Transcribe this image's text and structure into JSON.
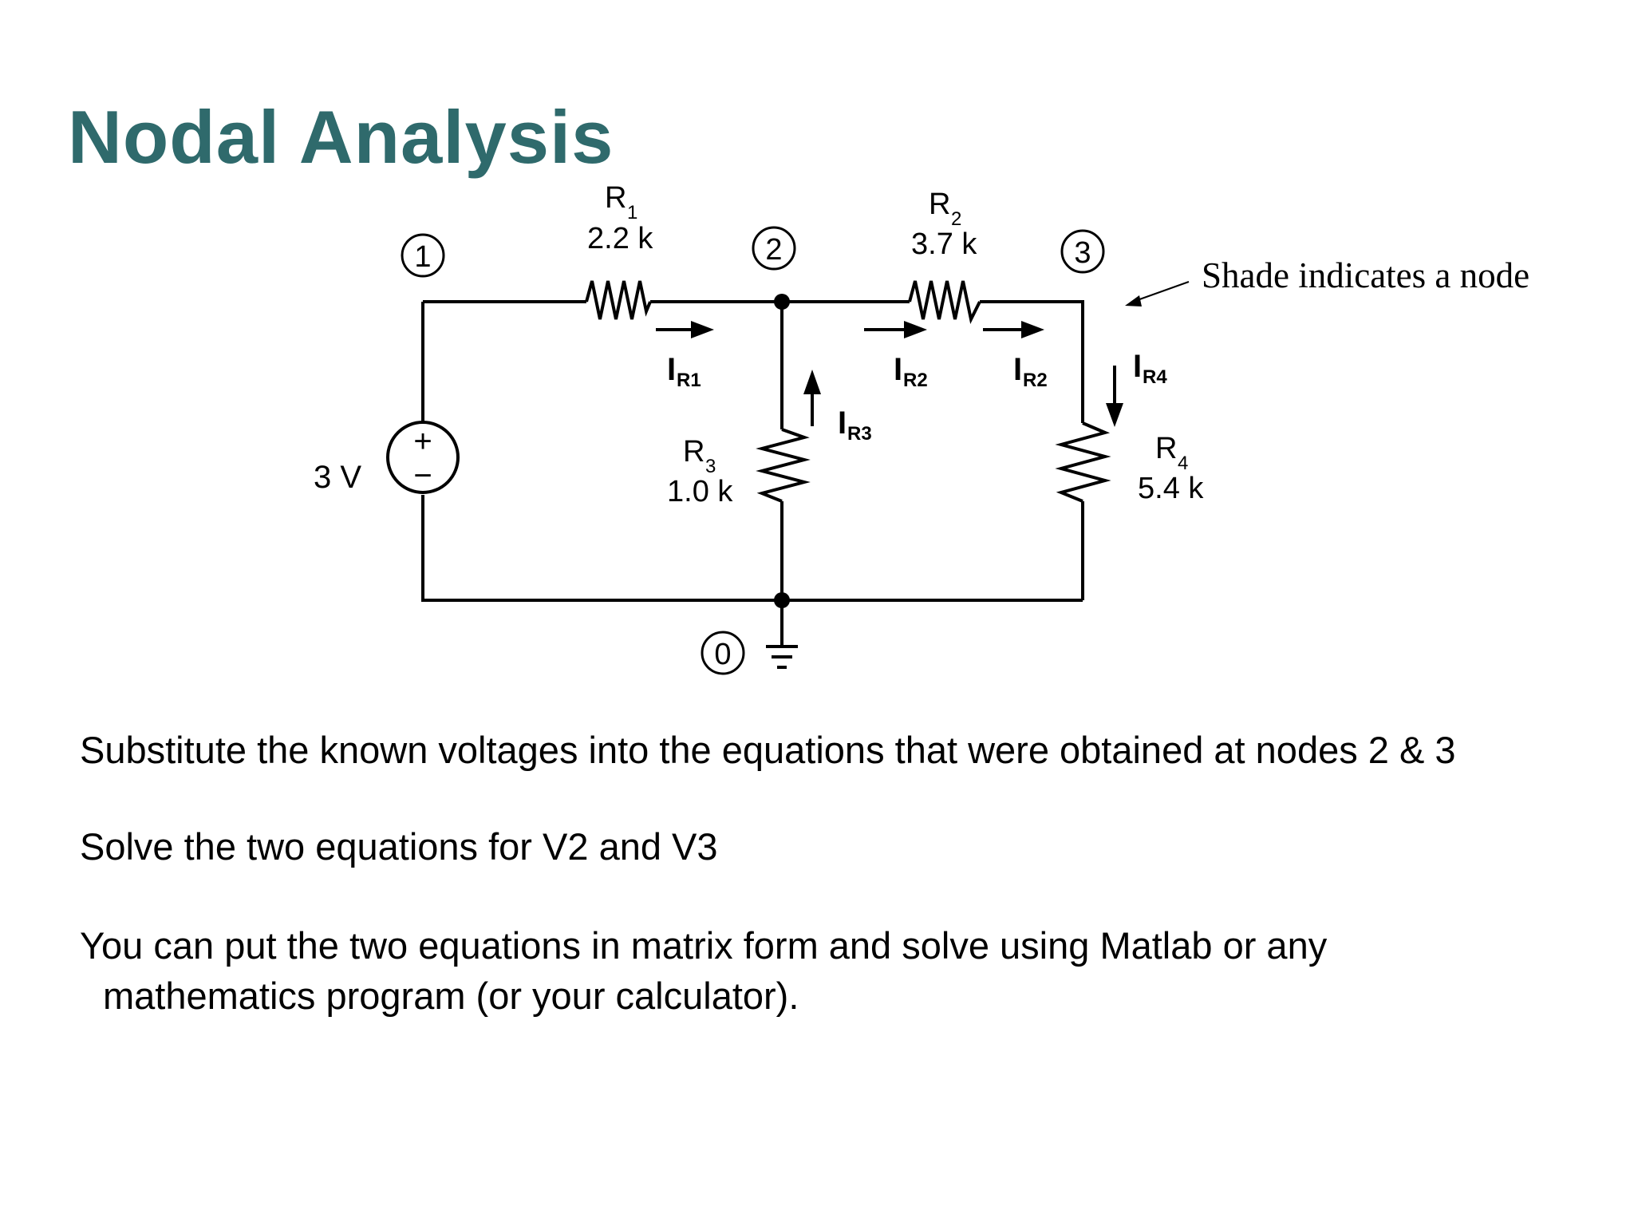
{
  "title": "Nodal Analysis",
  "diagram": {
    "nodes": [
      {
        "label": "1"
      },
      {
        "label": "2"
      },
      {
        "label": "3"
      },
      {
        "label": "0"
      }
    ],
    "resistors": [
      {
        "name": "R",
        "sub": "1",
        "value": "2.2 k"
      },
      {
        "name": "R",
        "sub": "2",
        "value": "3.7 k"
      },
      {
        "name": "R",
        "sub": "3",
        "value": "1.0 k"
      },
      {
        "name": "R",
        "sub": "4",
        "value": "5.4 k"
      }
    ],
    "source": {
      "value": "3 V",
      "plus": "+",
      "minus": "−"
    },
    "currents": [
      {
        "main": "I",
        "sub": "R1"
      },
      {
        "main": "I",
        "sub": "R2"
      },
      {
        "main": "I",
        "sub": "R2"
      },
      {
        "main": "I",
        "sub": "R3"
      },
      {
        "main": "I",
        "sub": "R4"
      }
    ],
    "annotation": "Shade indicates a node"
  },
  "paragraphs": [
    "Substitute the known voltages into the equations that were obtained at nodes 2 & 3",
    "Solve the two equations for V2 and V3",
    "You can put the two equations in matrix form and solve using Matlab or any",
    "mathematics program (or your calculator)."
  ]
}
